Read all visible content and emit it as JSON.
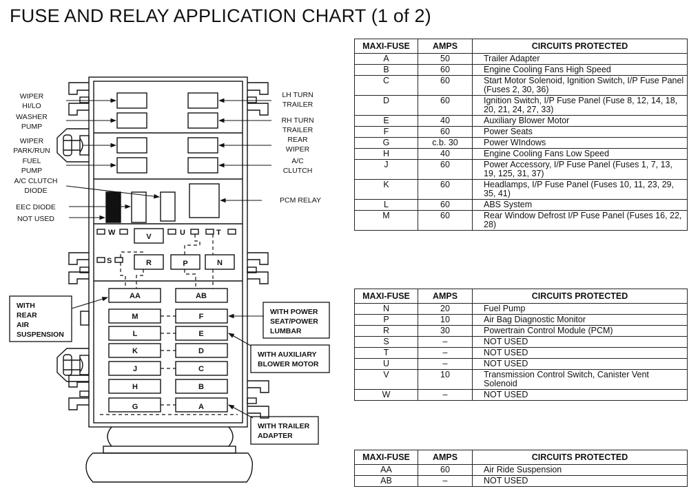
{
  "title": "FUSE AND RELAY APPLICATION CHART (1 of 2)",
  "diagram": {
    "left_labels": [
      {
        "lines": [
          "WIPER",
          "HI/LO"
        ]
      },
      {
        "lines": [
          "WASHER",
          "PUMP"
        ]
      },
      {
        "lines": [
          "WIPER",
          "PARK/RUN"
        ]
      },
      {
        "lines": [
          "FUEL",
          "PUMP"
        ]
      },
      {
        "lines": [
          "A/C CLUTCH",
          "DIODE"
        ]
      },
      {
        "lines": [
          "EEC DIODE"
        ]
      },
      {
        "lines": [
          "NOT USED"
        ]
      }
    ],
    "right_labels": [
      {
        "lines": [
          "LH TURN",
          "TRAILER"
        ]
      },
      {
        "lines": [
          "RH TURN",
          "TRAILER"
        ]
      },
      {
        "lines": [
          "REAR",
          "WIPER"
        ]
      },
      {
        "lines": [
          "A/C",
          "CLUTCH"
        ]
      },
      {
        "lines": [
          "PCM RELAY"
        ]
      }
    ],
    "small_slots": [
      "W",
      "U",
      "T",
      "S"
    ],
    "maxi_fuses_upper": [
      "V",
      "R",
      "P",
      "N"
    ],
    "maxi_fuses_left_column": [
      "AA",
      "M",
      "L",
      "K",
      "J",
      "H",
      "G"
    ],
    "maxi_fuses_right_column": [
      "AB",
      "F",
      "E",
      "D",
      "C",
      "B",
      "A"
    ],
    "callouts": [
      {
        "lines": [
          "WITH",
          "REAR",
          "AIR",
          "SUSPENSION"
        ]
      },
      {
        "lines": [
          "WITH POWER",
          "SEAT/POWER",
          "LUMBAR"
        ]
      },
      {
        "lines": [
          "WITH AUXILIARY",
          "BLOWER MOTOR"
        ]
      },
      {
        "lines": [
          "WITH TRAILER",
          "ADAPTER"
        ]
      }
    ]
  },
  "tables": [
    {
      "headers": [
        "MAXI-FUSE",
        "AMPS",
        "CIRCUITS PROTECTED"
      ],
      "rows": [
        {
          "fuse": "A",
          "amps": "50",
          "circuit": "Trailer Adapter"
        },
        {
          "fuse": "B",
          "amps": "60",
          "circuit": "Engine Cooling Fans High Speed"
        },
        {
          "fuse": "C",
          "amps": "60",
          "circuit": "Start Motor Solenoid, Ignition Switch, I/P Fuse Panel (Fuses 2, 30, 36)"
        },
        {
          "fuse": "D",
          "amps": "60",
          "circuit": "Ignition Switch, I/P Fuse Panel (Fuse 8, 12, 14, 18, 20, 21, 24, 27, 33)"
        },
        {
          "fuse": "E",
          "amps": "40",
          "circuit": "Auxiliary Blower Motor"
        },
        {
          "fuse": "F",
          "amps": "60",
          "circuit": "Power Seats"
        },
        {
          "fuse": "G",
          "amps": "c.b. 30",
          "circuit": "Power WIndows"
        },
        {
          "fuse": "H",
          "amps": "40",
          "circuit": " Engine Cooling Fans Low Speed"
        },
        {
          "fuse": "J",
          "amps": "60",
          "circuit": "Power Accessory, I/P Fuse Panel (Fuses 1, 7, 13, 19, 125, 31, 37)"
        },
        {
          "fuse": "K",
          "amps": "60",
          "circuit": "Headlamps, I/P Fuse Panel (Fuses 10, 11, 23, 29, 35, 41)"
        },
        {
          "fuse": "L",
          "amps": "60",
          "circuit": "ABS System"
        },
        {
          "fuse": "M",
          "amps": "60",
          "circuit": "Rear Window Defrost I/P Fuse Panel (Fuses 16, 22, 28)"
        }
      ]
    },
    {
      "headers": [
        "MAXI-FUSE",
        "AMPS",
        "CIRCUITS PROTECTED"
      ],
      "rows": [
        {
          "fuse": "N",
          "amps": "20",
          "circuit": "Fuel Pump"
        },
        {
          "fuse": "P",
          "amps": "10",
          "circuit": "Air Bag Diagnostic Monitor"
        },
        {
          "fuse": "R",
          "amps": "30",
          "circuit": "Powertrain Control Module (PCM)"
        },
        {
          "fuse": "S",
          "amps": "–",
          "circuit": "NOT USED"
        },
        {
          "fuse": "T",
          "amps": "–",
          "circuit": "NOT USED"
        },
        {
          "fuse": "U",
          "amps": "–",
          "circuit": "NOT USED"
        },
        {
          "fuse": "V",
          "amps": "10",
          "circuit": "Transmission Control Switch, Canister Vent Solenoid"
        },
        {
          "fuse": "W",
          "amps": "–",
          "circuit": "NOT USED"
        }
      ]
    },
    {
      "headers": [
        "MAXI-FUSE",
        "AMPS",
        "CIRCUITS PROTECTED"
      ],
      "rows": [
        {
          "fuse": "AA",
          "amps": "60",
          "circuit": "Air Ride Suspension"
        },
        {
          "fuse": "AB",
          "amps": "–",
          "circuit": "NOT USED"
        }
      ]
    }
  ]
}
